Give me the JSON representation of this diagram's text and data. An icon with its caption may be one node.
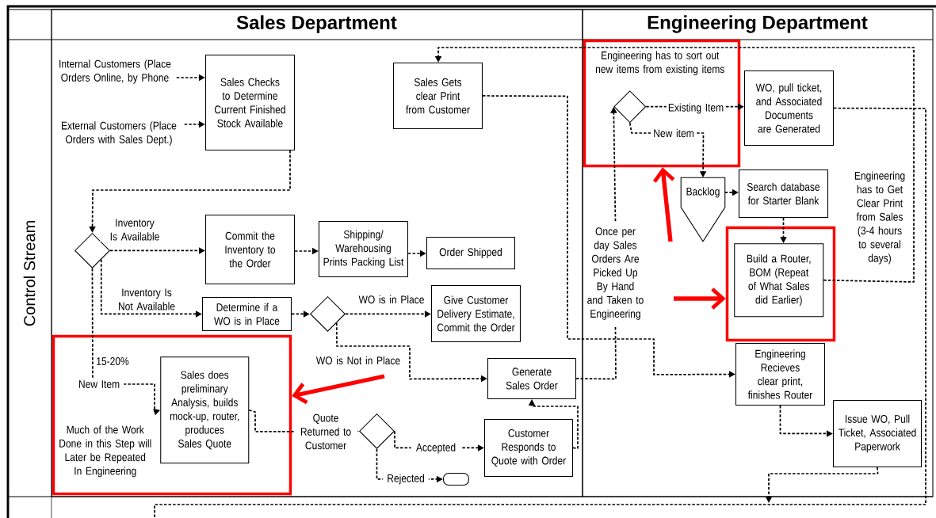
{
  "diagram": {
    "nodes": [
      {
        "text": [
          "Sales Department"
        ]
      },
      {
        "text": [
          "Engineering Department"
        ]
      },
      {
        "text": [
          "Internal Customers (Place Orders Online, by Phone"
        ],
        "in": 0
      },
      {
        "text": [
          "External Customers (Place Orders with Sales Dept.)"
        ],
        "in": 0
      },
      {
        "text": [
          "Sales Checks to Determine Current Finished Stock Available"
        ],
        "in": 0
      },
      {
        "text": [
          "Sales Gets clear Print from Customer"
        ],
        "in": 0
      },
      {
        "text": [],
        "shape": "diamond",
        "in": 0
      },
      {
        "text": [
          "Commit the Inventory to the Order"
        ],
        "in": 0
      },
      {
        "text": [
          "Shipping/ Warehousing Prints Packing List"
        ],
        "in": 0
      },
      {
        "text": [
          "Order Shipped"
        ],
        "in": 0
      },
      {
        "text": [
          "Determine if a WO is in Place"
        ],
        "in": 0
      },
      {
        "text": [],
        "shape": "diamond",
        "in": 0
      },
      {
        "text": [
          "Give Customer Delivery Estimate, Commit the Order"
        ],
        "in": 0
      },
      {
        "text": [
          "Much of the Work Done in this Step will Later be Repeated In Engineering"
        ],
        "in": 0
      },
      {
        "text": [
          "Sales does preliminary Analysis, builds mock-up, router, produces Sales Quote"
        ],
        "in": 13
      },
      {
        "text": [
          "Generate Sales Order"
        ],
        "in": 0
      },
      {
        "text": [],
        "shape": "diamond",
        "in": 0
      },
      {
        "text": [
          "Customer Responds to Quote with Order"
        ],
        "in": 0
      },
      {
        "text": [],
        "shape": "oval",
        "in": 0
      },
      {
        "text": [
          "Engineering has to sort out new items from existing items"
        ],
        "in": 1
      },
      {
        "text": [],
        "shape": "diamond",
        "in": 19
      },
      {
        "text": [
          "WO, pull ticket, and Associated Documents are Generated"
        ],
        "in": 1
      },
      {
        "text": [
          "Backlog"
        ],
        "in": 1
      },
      {
        "text": [
          "Search database for Starter Blank"
        ],
        "in": 1
      },
      {
        "text": [],
        "shape": "box",
        "in": 1
      },
      {
        "text": [
          "Build a Router, BOM (Repeat of What Sales did Earlier)"
        ],
        "in": 24
      },
      {
        "text": [
          "Once per day Sales Orders Are Picked Up By Hand and Taken to Engineering"
        ],
        "in": 1
      },
      {
        "text": [
          "Engineering Recieves clear print, finishes Router"
        ],
        "in": 1
      },
      {
        "text": [
          "Issue WO, Pull Ticket, Associated Paperwork"
        ],
        "in": 1
      }
    ],
    "edges": [
      {
        "from": 2,
        "to": 4,
        "arrow": "to",
        "style": "dashed"
      },
      {
        "from": 3,
        "to": 4,
        "arrow": "to",
        "style": "dashed"
      },
      {
        "from": 4,
        "to": 6,
        "arrow": "to",
        "style": "dashed"
      },
      {
        "from": 6,
        "to": 7,
        "arrow": "to",
        "label": "Inventory Is Available",
        "style": "dashed"
      },
      {
        "from": 7,
        "to": 8,
        "arrow": "to",
        "style": "dashed"
      },
      {
        "from": 8,
        "to": 9,
        "arrow": "to",
        "style": "dashed"
      },
      {
        "from": 6,
        "to": 10,
        "arrow": "to",
        "label": "Inventory Is Not Available",
        "style": "dashed"
      },
      {
        "from": 10,
        "to": 11,
        "arrow": "to",
        "style": "dashed"
      },
      {
        "from": 11,
        "to": 12,
        "arrow": "to",
        "label": "WO is in Place",
        "style": "dashed"
      },
      {
        "from": 11,
        "to": 15,
        "arrow": "to",
        "label": "WO is Not in Place",
        "style": "dashed"
      },
      {
        "from": 6,
        "to": 14,
        "arrow": "to",
        "label": "New Item",
        "style": "dashed"
      },
      {
        "from": 14,
        "to": 16,
        "arrow": "to",
        "label": "Quote Returned to Customer",
        "style": "dashed"
      },
      {
        "from": 16,
        "to": 17,
        "arrow": "to",
        "label": "Accepted",
        "style": "dashed"
      },
      {
        "from": 16,
        "to": 18,
        "arrow": "to",
        "label": "Rejected",
        "style": "dashed"
      },
      {
        "from": 17,
        "to": 15,
        "arrow": "to",
        "style": "dashed"
      },
      {
        "from": 15,
        "to": 26,
        "arrow": "none",
        "style": "dashed"
      },
      {
        "from": 26,
        "to": 20,
        "arrow": "to",
        "style": "dashed"
      },
      {
        "from": 20,
        "to": 21,
        "arrow": "to",
        "label": "Existing Item",
        "style": "dashed"
      },
      {
        "from": 20,
        "to": 22,
        "arrow": "to",
        "label": "New item",
        "style": "dashed"
      },
      {
        "from": 22,
        "to": 23,
        "arrow": "to",
        "style": "dashed"
      },
      {
        "from": 23,
        "to": 25,
        "arrow": "to",
        "style": "dashed"
      },
      {
        "from": 25,
        "to": 5,
        "arrow": "to",
        "label": "Engineering has to Get Clear Print from Sales (3-4 hours to several days)",
        "style": "dashed"
      },
      {
        "from": 21,
        "to": null,
        "arrow": "none",
        "style": "dashed"
      },
      {
        "from": 5,
        "to": 27,
        "arrow": "to",
        "style": "dashed"
      },
      {
        "from": 27,
        "to": 28,
        "arrow": "to",
        "style": "dashed"
      },
      {
        "from": 28,
        "to": null,
        "arrow": "to",
        "style": "dashed"
      },
      {
        "from": null,
        "to": 13,
        "arrow": "to",
        "style": "thick",
        "color": "#ff0000"
      },
      {
        "from": null,
        "to": 19,
        "arrow": "to",
        "style": "thick",
        "color": "#ff0000"
      },
      {
        "from": null,
        "to": 24,
        "arrow": "to",
        "style": "thick",
        "color": "#ff0000"
      }
    ],
    "labels": [
      "Control Stream",
      "15-20%"
    ]
  }
}
